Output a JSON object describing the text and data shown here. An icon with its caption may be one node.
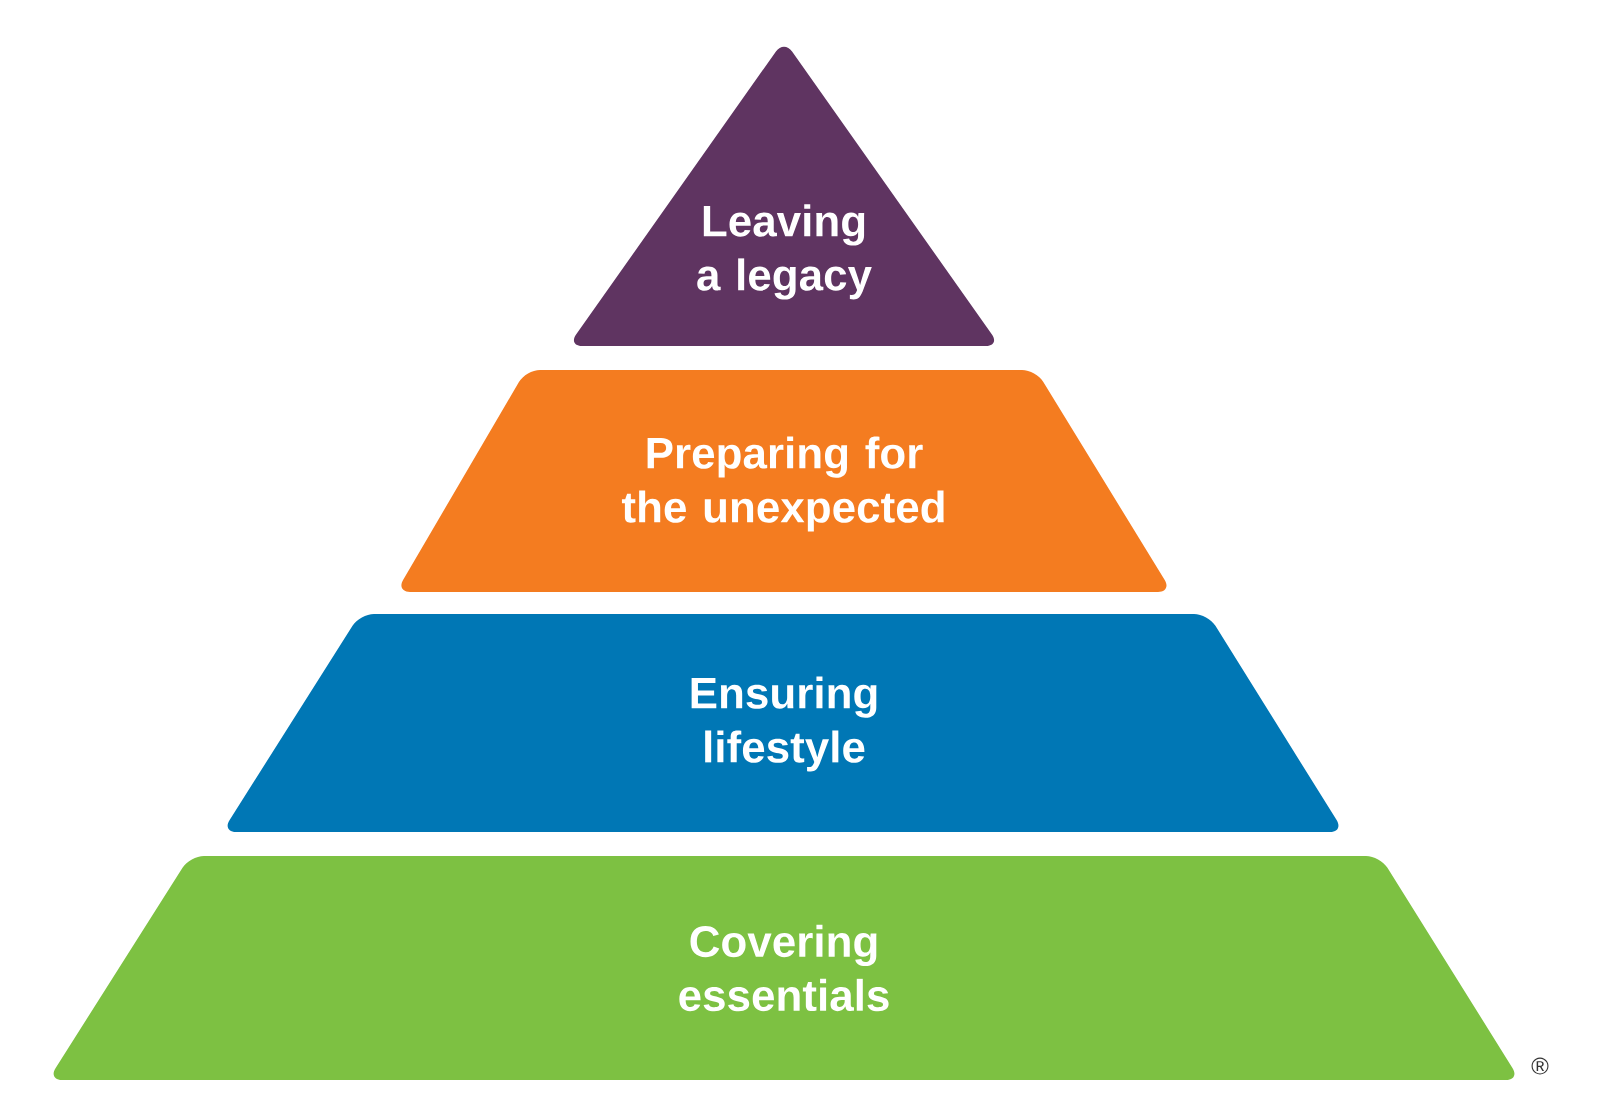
{
  "diagram": {
    "nodes": [
      {
        "text": [
          "Leaving a legacy"
        ]
      },
      {
        "text": [
          "Preparing for the unexpected"
        ]
      },
      {
        "text": [
          "Ensuring lifestyle"
        ]
      },
      {
        "text": [
          "Covering essentials"
        ]
      }
    ],
    "labels": [
      "®"
    ]
  }
}
